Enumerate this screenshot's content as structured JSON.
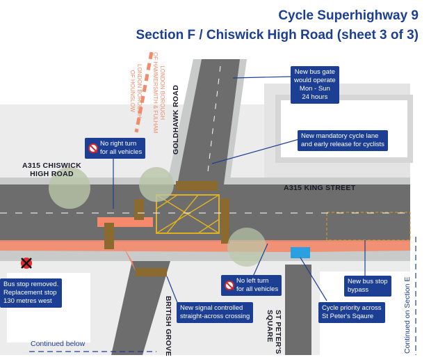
{
  "title": {
    "line1": "Cycle Superhighway 9",
    "line2": "Section F / Chiswick High Road (sheet 3 of 3)"
  },
  "roads": {
    "chiswick_high_road": [
      "A315 CHISWICK",
      "HIGH ROAD"
    ],
    "king_street": "A315 KING STREET",
    "goldhawk_road": "GOLDHAWK ROAD",
    "british_grove": "BRITISH GROVE",
    "st_peters_square": [
      "ST PETER'S",
      "SQUARE"
    ]
  },
  "boroughs": {
    "hounslow": [
      "LONDON BOROUGH",
      "OF HOUNSLOW"
    ],
    "hammersmith": [
      "LONDON BOROUGH",
      "OF HAMMERSMITH & FULHAM"
    ]
  },
  "callouts": {
    "bus_gate": [
      "New bus gate",
      "would operate",
      "Mon - Sun",
      "24 hours"
    ],
    "cycle_lane": [
      "New mandatory cycle lane",
      "and early release for cyclists"
    ],
    "no_right_turn": [
      "No right turn",
      "for all vehicles"
    ],
    "bus_stop_removed": [
      "Bus stop removed.",
      "Replacement stop",
      "130 metres west"
    ],
    "signal_crossing": [
      "New signal controlled",
      "straight-across crossing"
    ],
    "no_left_turn": [
      "No left turn",
      "for all vehicles"
    ],
    "bus_stop_bypass": [
      "New bus stop",
      "bypass"
    ],
    "cycle_priority": [
      "Cycle priority across",
      "St Peter's Sqaure"
    ]
  },
  "continued_below": "Continued below",
  "continued_section": "Continued on Section E",
  "colors": {
    "accent": "#1c3f94",
    "road": "#6d6d6d",
    "cycle": "#f4896b",
    "building": "#ececec",
    "pavement": "#c9cbcb"
  }
}
